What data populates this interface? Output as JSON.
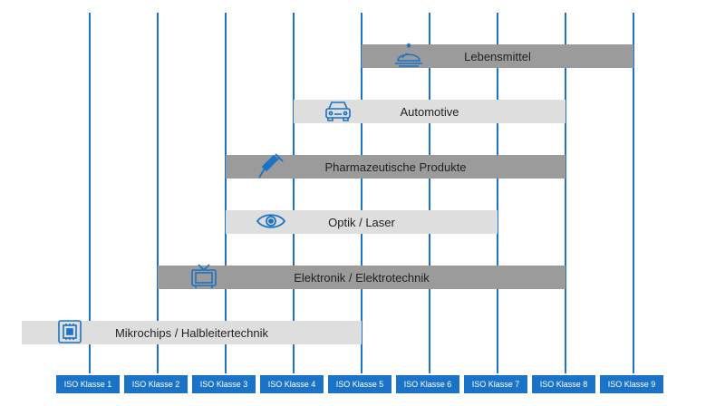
{
  "classes": [
    "ISO Klasse 1",
    "ISO Klasse 2",
    "ISO Klasse 3",
    "ISO Klasse 4",
    "ISO Klasse 5",
    "ISO Klasse 6",
    "ISO Klasse 7",
    "ISO Klasse 8",
    "ISO Klasse 9"
  ],
  "colors": {
    "accent": "#1a73c6",
    "bar_dark": "#9b9b9b",
    "bar_light": "#dedede"
  },
  "industries": [
    {
      "label": "Lebensmittel",
      "from_class": 6,
      "to_class": 9,
      "shade": "dark",
      "icon": "serving-cloche-icon"
    },
    {
      "label": "Automotive",
      "from_class": 5,
      "to_class": 8,
      "shade": "light",
      "icon": "car-icon"
    },
    {
      "label": "Pharmazeutische Produkte",
      "from_class": 4,
      "to_class": 8,
      "shade": "dark",
      "icon": "syringe-icon"
    },
    {
      "label": "Optik / Laser",
      "from_class": 4,
      "to_class": 7,
      "shade": "light",
      "icon": "eye-icon"
    },
    {
      "label": "Elektronik / Elektrotechnik",
      "from_class": 3,
      "to_class": 8,
      "shade": "dark",
      "icon": "tv-icon"
    },
    {
      "label": "Mikrochips / Halbleitertechnik",
      "from_class": 1,
      "to_class": 5,
      "shade": "light",
      "icon": "microchip-icon"
    }
  ]
}
